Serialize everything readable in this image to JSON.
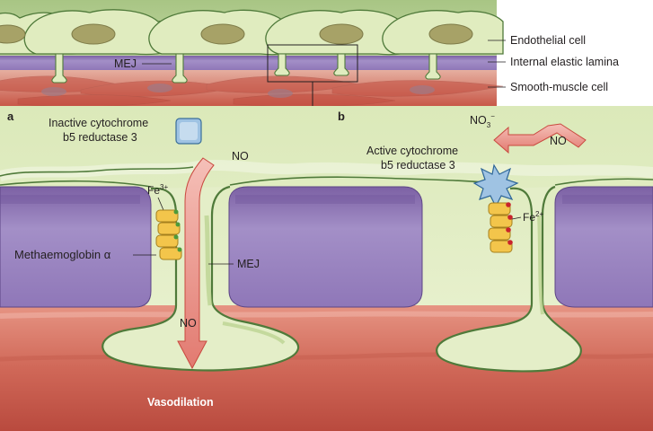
{
  "colors": {
    "cytoplasm": "#e2ecc4",
    "cell_outline": "#4f7a3a",
    "elastic_lamina": "#9b86bc",
    "smooth_muscle": "#d8695a",
    "reductase": "#9fc3e3",
    "methaemoglobin": "#f3c54b",
    "no_arrow": "#e98e87",
    "nucleus": "#b9b37a"
  },
  "overview": {
    "labels": {
      "endothelial_cell": "Endothelial cell",
      "internal_elastic_lamina": "Internal elastic lamina",
      "smooth_muscle_cell": "Smooth-muscle cell",
      "mej": "MEJ"
    }
  },
  "panel_a": {
    "letter": "a",
    "inactive_reductase_line1": "Inactive cytochrome",
    "inactive_reductase_line2": "b5 reductase 3",
    "iron": "Fe",
    "iron_charge": "3+",
    "methaemoglobin": "Methaemoglobin α",
    "mej": "MEJ",
    "no_top": "NO",
    "no_bottom": "NO",
    "vasodilation": "Vasodilation"
  },
  "panel_b": {
    "letter": "b",
    "active_reductase_line1": "Active cytochrome",
    "active_reductase_line2": "b5 reductase 3",
    "iron": "Fe",
    "iron_charge": "2+",
    "nitrate": "NO",
    "nitrate_sub": "3",
    "nitrate_charge": "−",
    "no_in": "NO"
  },
  "icons": [
    "cube-icon",
    "star-icon",
    "curved-arrow-icon",
    "arrow-icon"
  ]
}
